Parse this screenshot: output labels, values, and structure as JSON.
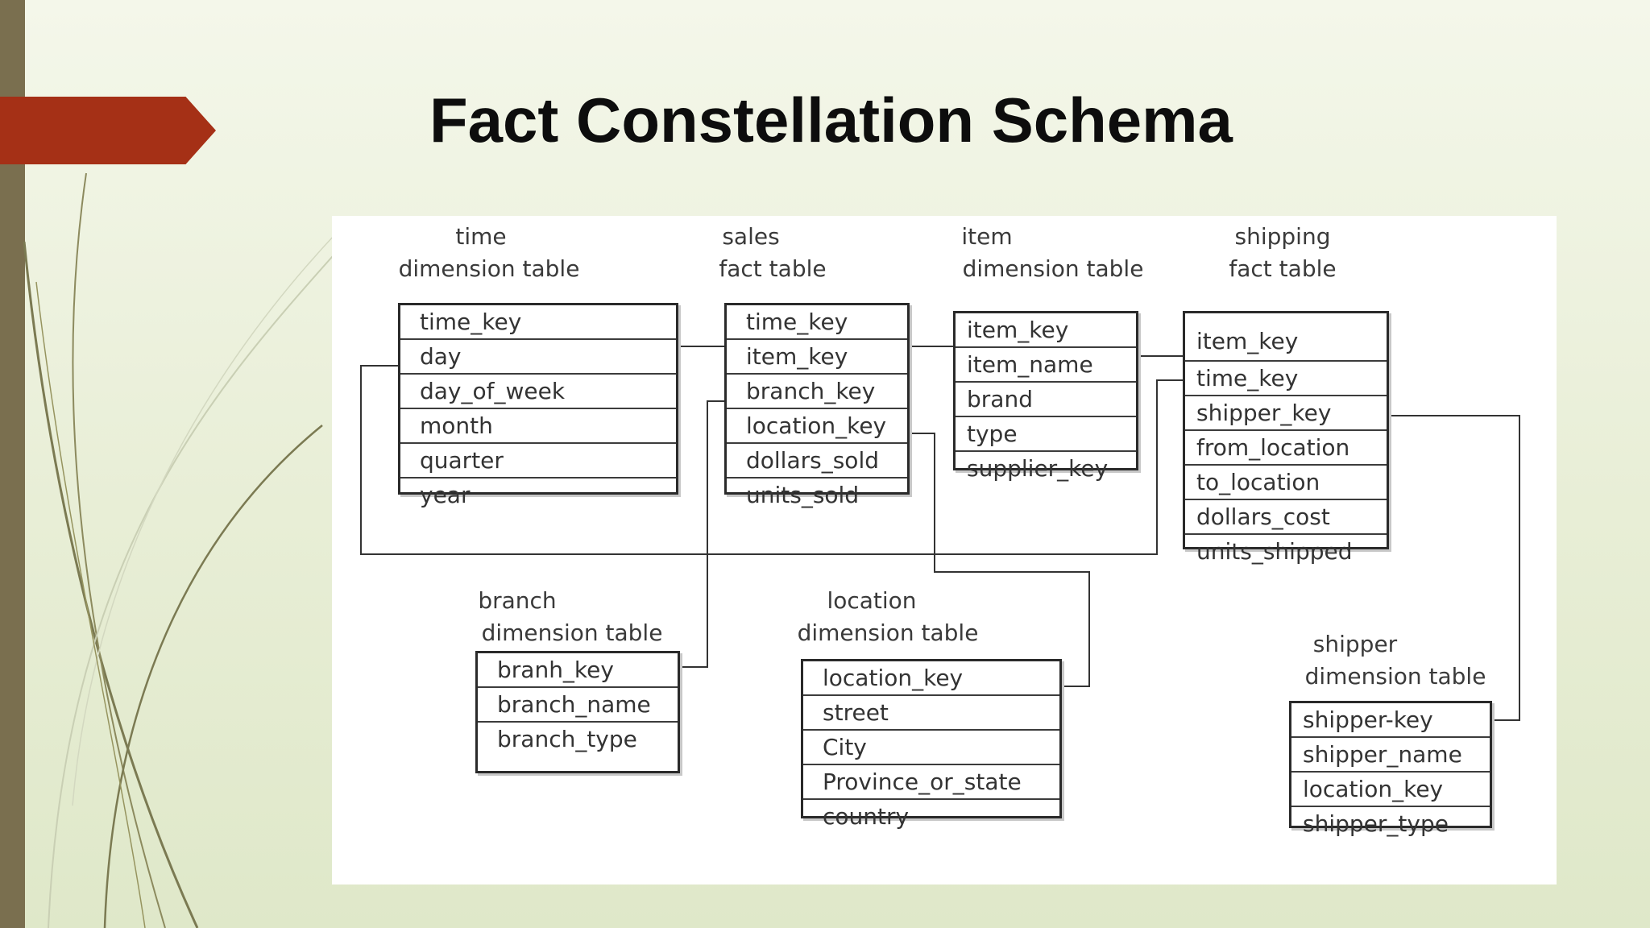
{
  "slide": {
    "title": "Fact Constellation Schema",
    "accent_color": "#a53016",
    "sidebar_color": "#7a6f4f"
  },
  "diagram": {
    "tables": {
      "time": {
        "caption1": "time",
        "caption2": "dimension table",
        "fields": [
          "time_key",
          "day",
          "day_of_week",
          "month",
          "quarter",
          "year"
        ]
      },
      "sales": {
        "caption1": "sales",
        "caption2": "fact table",
        "fields": [
          "time_key",
          "item_key",
          "branch_key",
          "location_key",
          "dollars_sold",
          "units_sold"
        ]
      },
      "item": {
        "caption1": "item",
        "caption2": "dimension table",
        "fields": [
          "item_key",
          "item_name",
          "brand",
          "type",
          "supplier_key"
        ]
      },
      "shipping": {
        "caption1": "shipping",
        "caption2": "fact table",
        "fields": [
          "item_key",
          "time_key",
          "shipper_key",
          "from_location",
          "to_location",
          "dollars_cost",
          "units_shipped"
        ]
      },
      "branch": {
        "caption1": "branch",
        "caption2": "dimension table",
        "fields": [
          "branh_key",
          "branch_name",
          "branch_type"
        ]
      },
      "location": {
        "caption1": "location",
        "caption2": "dimension table",
        "fields": [
          "location_key",
          "street",
          "City",
          "Province_or_state",
          "country"
        ]
      },
      "shipper": {
        "caption1": "shipper",
        "caption2": "dimension table",
        "fields": [
          "shipper-key",
          "shipper_name",
          "location_key",
          "shipper_type"
        ]
      }
    }
  }
}
